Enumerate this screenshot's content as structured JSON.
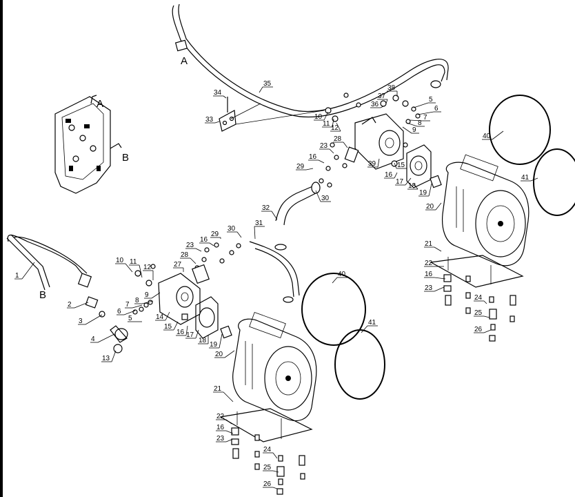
{
  "diagram": {
    "port_labels": {
      "a": "A",
      "b": "B"
    },
    "callouts": [
      {
        "id": "c35",
        "text": "35"
      },
      {
        "id": "c34",
        "text": "34"
      },
      {
        "id": "c33",
        "text": "33"
      },
      {
        "id": "c38",
        "text": "38"
      },
      {
        "id": "c37",
        "text": "37"
      },
      {
        "id": "c36",
        "text": "36"
      },
      {
        "id": "c5a",
        "text": "5"
      },
      {
        "id": "c6a",
        "text": "6"
      },
      {
        "id": "c7a",
        "text": "7"
      },
      {
        "id": "c8a",
        "text": "8"
      },
      {
        "id": "c9a",
        "text": "9"
      },
      {
        "id": "c10a",
        "text": "10"
      },
      {
        "id": "c11a",
        "text": "11"
      },
      {
        "id": "c12a",
        "text": "12"
      },
      {
        "id": "c28a",
        "text": "28"
      },
      {
        "id": "c23a",
        "text": "23"
      },
      {
        "id": "c16a",
        "text": "16"
      },
      {
        "id": "c29a",
        "text": "29"
      },
      {
        "id": "c39",
        "text": "39"
      },
      {
        "id": "c15a",
        "text": "15"
      },
      {
        "id": "c16b",
        "text": "16"
      },
      {
        "id": "c17a",
        "text": "17"
      },
      {
        "id": "c18a",
        "text": "18"
      },
      {
        "id": "c19a",
        "text": "19"
      },
      {
        "id": "c30a",
        "text": "30"
      },
      {
        "id": "c40a",
        "text": "40"
      },
      {
        "id": "c41a",
        "text": "41"
      },
      {
        "id": "c20a",
        "text": "20"
      },
      {
        "id": "c21a",
        "text": "21"
      },
      {
        "id": "c22a",
        "text": "22"
      },
      {
        "id": "c16c",
        "text": "16"
      },
      {
        "id": "c23b",
        "text": "23"
      },
      {
        "id": "c24a",
        "text": "24"
      },
      {
        "id": "c25a",
        "text": "25"
      },
      {
        "id": "c26a",
        "text": "26"
      },
      {
        "id": "c32",
        "text": "32"
      },
      {
        "id": "c31",
        "text": "31"
      },
      {
        "id": "c30b",
        "text": "30"
      },
      {
        "id": "c29b",
        "text": "29"
      },
      {
        "id": "c16d",
        "text": "16"
      },
      {
        "id": "c23c",
        "text": "23"
      },
      {
        "id": "c28b",
        "text": "28"
      },
      {
        "id": "c27",
        "text": "27"
      },
      {
        "id": "c10b",
        "text": "10"
      },
      {
        "id": "c11b",
        "text": "11"
      },
      {
        "id": "c12b",
        "text": "12"
      },
      {
        "id": "c9b",
        "text": "9"
      },
      {
        "id": "c8b",
        "text": "8"
      },
      {
        "id": "c7b",
        "text": "7"
      },
      {
        "id": "c6b",
        "text": "6"
      },
      {
        "id": "c5b",
        "text": "5"
      },
      {
        "id": "c14",
        "text": "14"
      },
      {
        "id": "c15b",
        "text": "15"
      },
      {
        "id": "c16e",
        "text": "16"
      },
      {
        "id": "c17b",
        "text": "17"
      },
      {
        "id": "c18b",
        "text": "18"
      },
      {
        "id": "c19b",
        "text": "19"
      },
      {
        "id": "c20b",
        "text": "20"
      },
      {
        "id": "c1",
        "text": "1"
      },
      {
        "id": "c2",
        "text": "2"
      },
      {
        "id": "c3",
        "text": "3"
      },
      {
        "id": "c4",
        "text": "4"
      },
      {
        "id": "c13",
        "text": "13"
      },
      {
        "id": "c40b",
        "text": "40"
      },
      {
        "id": "c41b",
        "text": "41"
      },
      {
        "id": "c21b",
        "text": "21"
      },
      {
        "id": "c22b",
        "text": "22"
      },
      {
        "id": "c16f",
        "text": "16"
      },
      {
        "id": "c23d",
        "text": "23"
      },
      {
        "id": "c24b",
        "text": "24"
      },
      {
        "id": "c25b",
        "text": "25"
      },
      {
        "id": "c26b",
        "text": "26"
      }
    ]
  }
}
